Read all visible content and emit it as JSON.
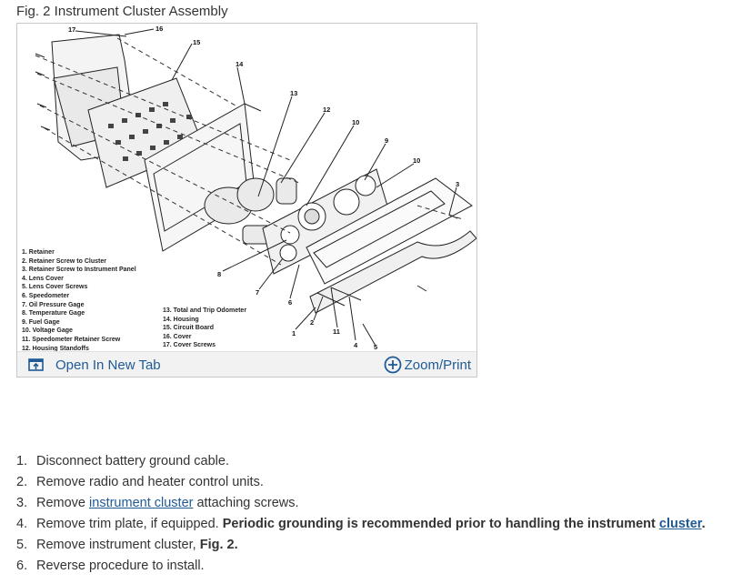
{
  "figure": {
    "caption": "Fig. 2 Instrument Cluster Assembly",
    "callouts": [
      "17",
      "16",
      "15",
      "14",
      "13",
      "12",
      "10",
      "9",
      "10",
      "3",
      "8",
      "7",
      "6",
      "2",
      "1",
      "11",
      "4",
      "5"
    ],
    "legend_left": [
      "1. Retainer",
      "2. Retainer Screw to Cluster",
      "3. Retainer Screw to Instrument Panel",
      "4. Lens Cover",
      "5. Lens Cover Screws",
      "6. Speedometer",
      "7. Oil Pressure Gage",
      "8. Temperature Gage",
      "9. Fuel Gage",
      "10. Voltage Gage",
      "11. Speedometer Retainer Screw",
      "12. Housing Standoffs"
    ],
    "legend_right": [
      "13. Total and Trip Odometer",
      "14. Housing",
      "15. Circuit Board",
      "16. Cover",
      "17. Cover Screws"
    ],
    "open_tab_label": "Open In New Tab",
    "zoom_label": "Zoom/Print",
    "open_tab_icon": "open-new-tab-icon",
    "zoom_icon": "zoom-plus-icon",
    "link_color": "#1f5a96"
  },
  "steps": [
    {
      "num": "1.",
      "text": "Disconnect battery ground cable."
    },
    {
      "num": "2.",
      "text": "Remove radio and heater control units."
    },
    {
      "num": "3.",
      "pre": "Remove ",
      "link": "instrument cluster",
      "post": " attaching screws."
    },
    {
      "num": "4.",
      "pre": "Remove trim plate, if equipped. ",
      "bold": "Periodic grounding is recommended prior to handling the instrument ",
      "link": "cluster",
      "post": "."
    },
    {
      "num": "5.",
      "pre": "Remove instrument cluster, ",
      "bold": "Fig. 2."
    },
    {
      "num": "6.",
      "text": "Reverse procedure to install."
    }
  ]
}
